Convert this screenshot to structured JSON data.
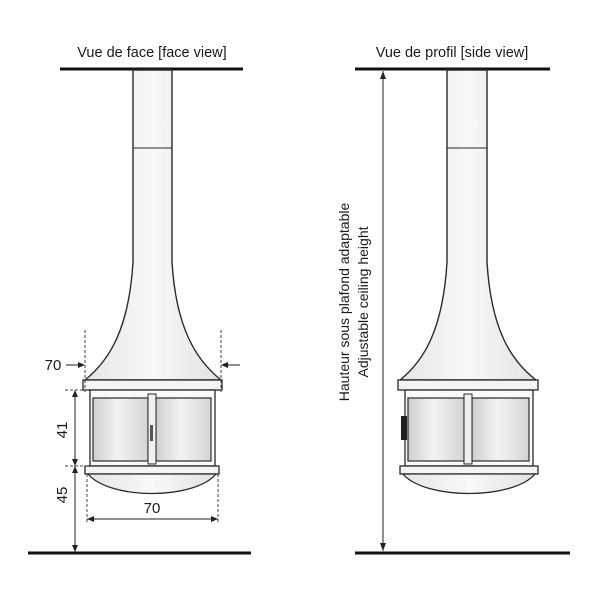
{
  "front_view": {
    "title": "Vue de face [face view]",
    "width_dim": "70",
    "firebox_height_dim": "41",
    "base_height_dim": "45",
    "depth_dim": "70"
  },
  "side_view": {
    "title": "Vue de profil [side view]",
    "height_label_fr": "Hauteur sous plafond adaptable",
    "height_label_en": "Adjustable ceiling height"
  },
  "colors": {
    "stroke": "#2a2a2a",
    "body_fill": "#f2f2f2",
    "glass": "#e4e4e4",
    "floor_ceiling": "#111111"
  }
}
